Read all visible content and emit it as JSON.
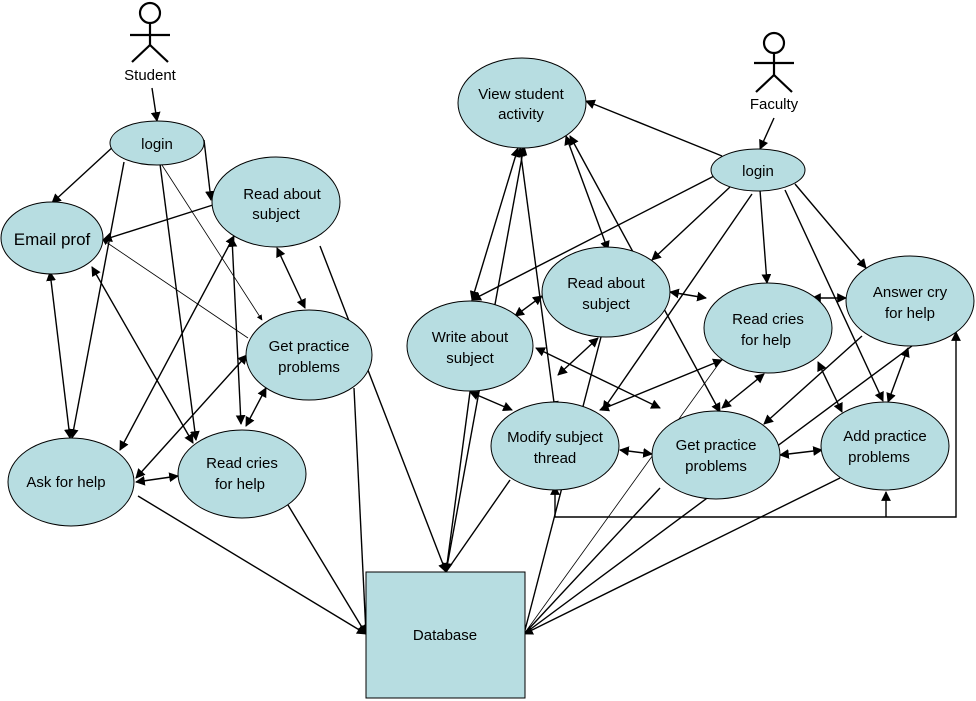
{
  "colors": {
    "node_fill": "#b7dde1",
    "line": "#000000",
    "background": "#ffffff"
  },
  "actors": {
    "student": {
      "label": "Student"
    },
    "faculty": {
      "label": "Faculty"
    }
  },
  "student_side": {
    "login": "login",
    "read_about_subject": [
      "Read about",
      "subject"
    ],
    "email_prof": "Email prof",
    "get_practice_problems": [
      "Get practice",
      "problems"
    ],
    "ask_for_help": "Ask for help",
    "read_cries_for_help": [
      "Read cries",
      "for help"
    ]
  },
  "faculty_side": {
    "view_student_activity": [
      "View student",
      "activity"
    ],
    "login": "login",
    "read_about_subject": [
      "Read about",
      "subject"
    ],
    "read_cries_for_help": [
      "Read cries",
      "for help"
    ],
    "answer_cry_for_help": [
      "Answer cry",
      "for help"
    ],
    "write_about_subject": [
      "Write about",
      "subject"
    ],
    "modify_subject_thread": [
      "Modify subject",
      "thread"
    ],
    "get_practice_problems": [
      "Get practice",
      "problems"
    ],
    "add_practice_problems": [
      "Add practice",
      "problems"
    ]
  },
  "database": {
    "label": "Database"
  }
}
